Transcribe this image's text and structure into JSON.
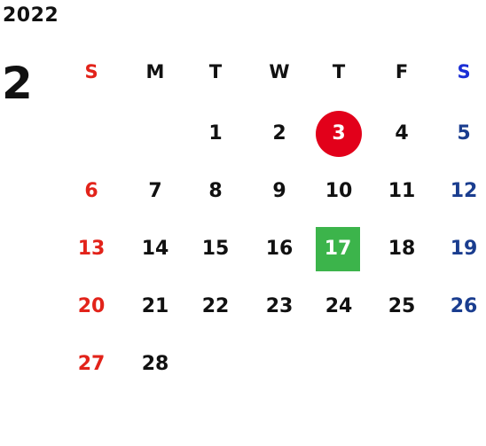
{
  "calendar": {
    "year": "2022",
    "month": "2",
    "weekdays": [
      "S",
      "M",
      "T",
      "W",
      "T",
      "F",
      "S"
    ],
    "days": {
      "d1": "1",
      "d2": "2",
      "d3": "3",
      "d4": "4",
      "d5": "5",
      "d6": "6",
      "d7": "7",
      "d8": "8",
      "d9": "9",
      "d10": "10",
      "d11": "11",
      "d12": "12",
      "d13": "13",
      "d14": "14",
      "d15": "15",
      "d16": "16",
      "d17": "17",
      "d18": "18",
      "d19": "19",
      "d20": "20",
      "d21": "21",
      "d22": "22",
      "d23": "23",
      "d24": "24",
      "d25": "25",
      "d26": "26",
      "d27": "27",
      "d28": "28"
    }
  },
  "colors": {
    "sunday": "#e2231a",
    "saturday": "#1a3d8f",
    "saturday_header": "#1b2fd6",
    "weekday": "#111111",
    "highlight_circle": "#e2001a",
    "highlight_square": "#3cb44b"
  }
}
